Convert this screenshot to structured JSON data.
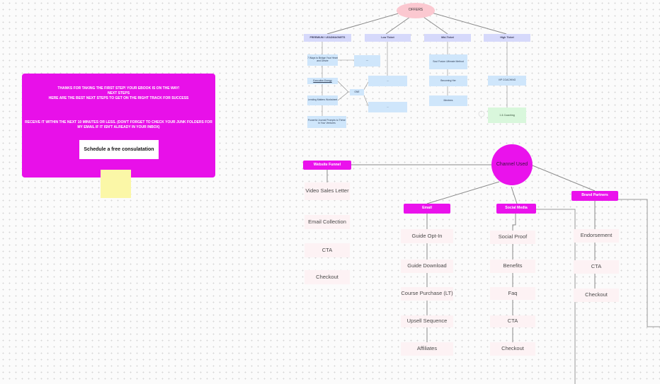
{
  "offers": {
    "root": "OFFERS",
    "freemium": "FREEMIUM / LEADMAGNETS",
    "low": "Low Ticket",
    "mid": "Mid-Ticket",
    "high": "High Ticket",
    "freemium_items": [
      "7 Ways to Bridge Your Heart and Desire",
      "Executive Energy",
      "Lending Matters Worksheet",
      "Powerful Journal Prompts to Thrive in Your Ventures"
    ],
    "free_side": "---",
    "low_box1": "--",
    "low_box2": "--",
    "low_connector": "ONE",
    "mid_items": [
      "Soul Fusion Ultimate Method",
      "Becoming Her",
      "Mentees"
    ],
    "high_vip": "VIP COACHING",
    "high_1on1": "1 & Coaching"
  },
  "panel": {
    "line1": "THANKS FOR TAKING THE FIRST STEP! YOUR EBOOK IS ON THE WAY!",
    "line2": "NEXT STEPS",
    "line3": "HERE ARE THE BEST NEXT STEPS TO GET ON THE RIGHT TRACK FOR SUCCESS",
    "line4": "RECEIVE IT WITHIN THE NEXT 10 MINUTES OR LESS. (DON'T FORGET TO CHECK YOUR JUNK FOLDERS FOR MY EMAIL IF IT ISN'T ALREADY IN YOUR INBOX)",
    "button": "Schedule a free consulatation"
  },
  "funnel": {
    "channel": "Channel Used",
    "website": "Website Funnel",
    "website_items": [
      "Video Sales Letter",
      "Email Collection",
      "CTA",
      "Checkout"
    ],
    "email": "Email",
    "email_items": [
      "Guide Opt-In",
      "Guide Download",
      "Course Purchase (LT)",
      "Upsell Sequence",
      "Affiliates"
    ],
    "social": "Social Media",
    "social_items": [
      "Social Proof",
      "Benefits",
      "Faq",
      "CTA",
      "Checkout"
    ],
    "brand": "Brand Partners",
    "brand_items": [
      "Endorsement",
      "CTA",
      "Checkout"
    ]
  },
  "colors": {
    "magenta": "#ea12ec",
    "pink_root": "#fbc8d0",
    "lavender": "#d6d9fb",
    "light_blue": "#cfe6fb",
    "mint": "#d9f7dc",
    "sticky": "#fbf7a7"
  }
}
